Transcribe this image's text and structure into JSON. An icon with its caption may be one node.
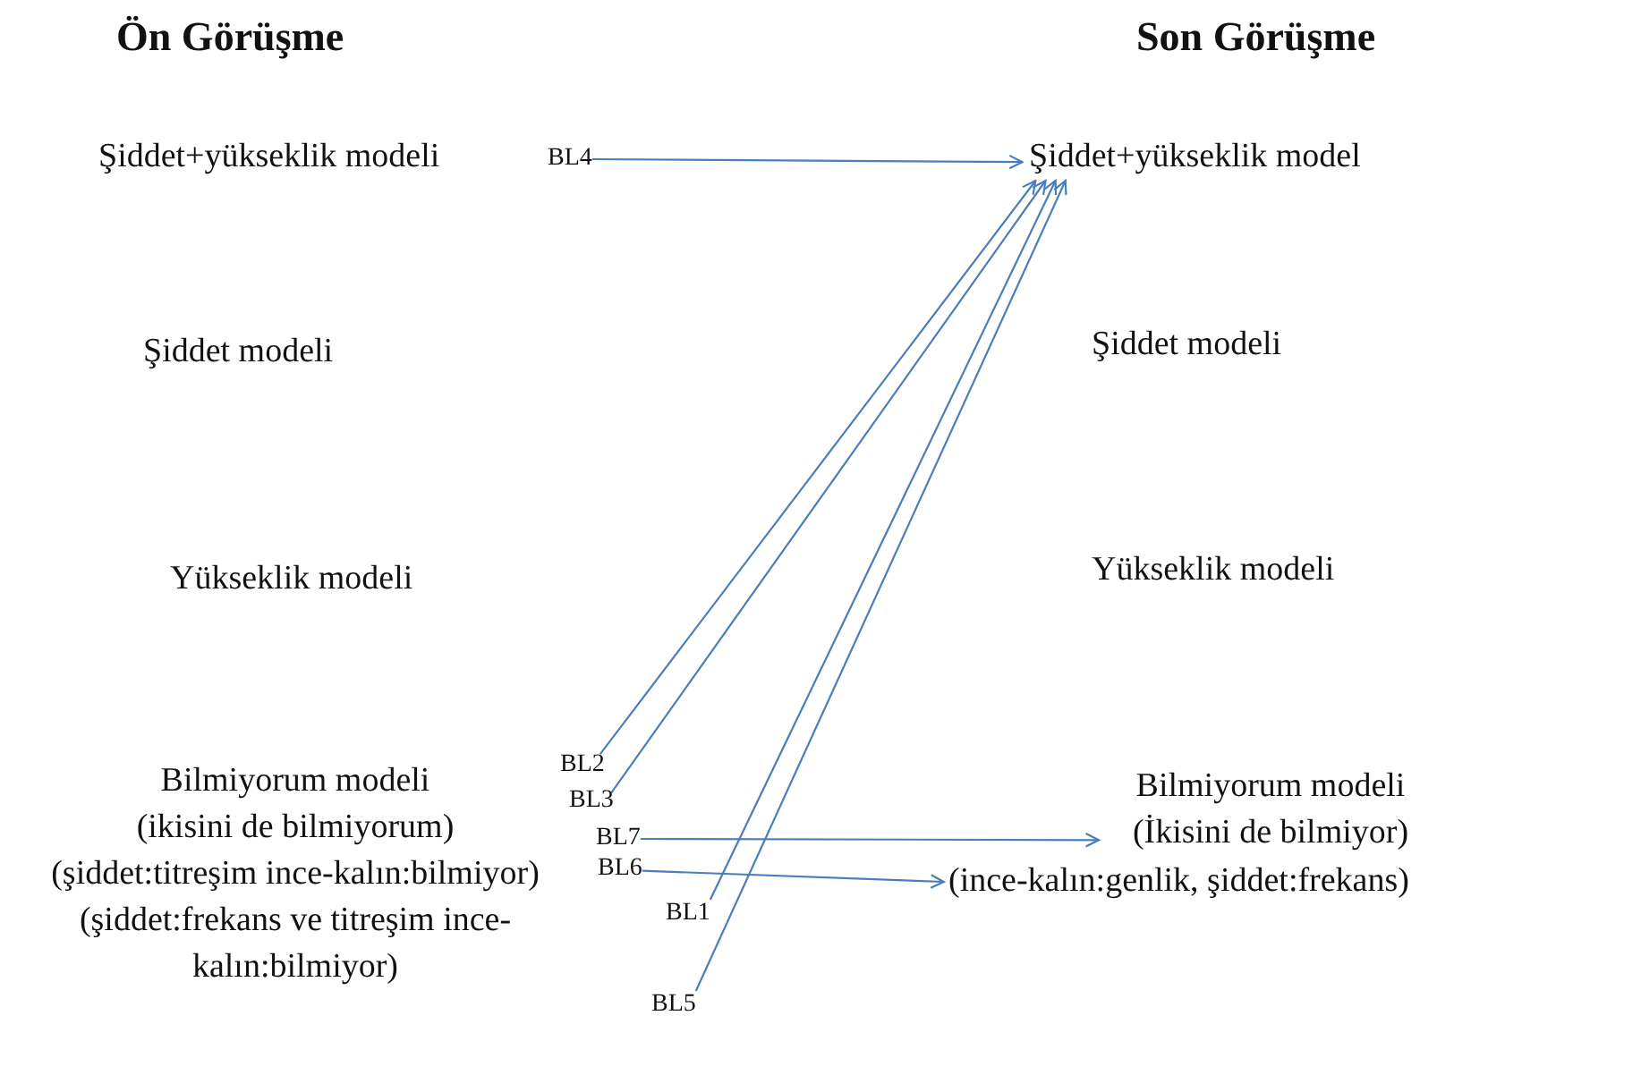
{
  "diagram": {
    "nodes": [
      {
        "text": [
          "Şiddet+yükseklik modeli"
        ]
      },
      {
        "text": [
          "BL4"
        ]
      },
      {
        "text": [
          "Şiddet+yükseklik model"
        ]
      },
      {
        "text": [
          "Şiddet modeli"
        ]
      },
      {
        "text": [
          "Şiddet modeli"
        ]
      },
      {
        "text": [
          "Yükseklik modeli"
        ]
      },
      {
        "text": [
          "Yükseklik modeli"
        ]
      },
      {
        "text": [
          "Bilmiyorum modeli",
          "(ikisini de bilmiyorum)",
          "(şiddet:titreşim ince-kalın:bilmiyor)",
          "(şiddet:frekans ve titreşim ince-kalın:bilmiyor)"
        ]
      },
      {
        "text": [
          "BL2"
        ]
      },
      {
        "text": [
          "BL3"
        ]
      },
      {
        "text": [
          "BL7"
        ]
      },
      {
        "text": [
          "BL6"
        ]
      },
      {
        "text": [
          "BL1"
        ]
      },
      {
        "text": [
          "BL5"
        ]
      },
      {
        "text": [
          "Bilmiyorum modeli",
          "(İkisini de bilmiyor)"
        ]
      },
      {
        "text": [
          "(ince-kalın:genlik, şiddet:frekans)"
        ]
      }
    ],
    "edges": [
      {
        "from": 1,
        "to": 2,
        "arrow": "to"
      },
      {
        "from": 8,
        "to": 2,
        "arrow": "to"
      },
      {
        "from": 9,
        "to": 2,
        "arrow": "to"
      },
      {
        "from": 12,
        "to": 2,
        "arrow": "to"
      },
      {
        "from": 13,
        "to": 2,
        "arrow": "to"
      },
      {
        "from": 10,
        "to": 14,
        "arrow": "to"
      },
      {
        "from": 11,
        "to": 15,
        "arrow": "to"
      }
    ],
    "labels": [
      "Ön Görüşme",
      "Son Görüşme"
    ]
  }
}
